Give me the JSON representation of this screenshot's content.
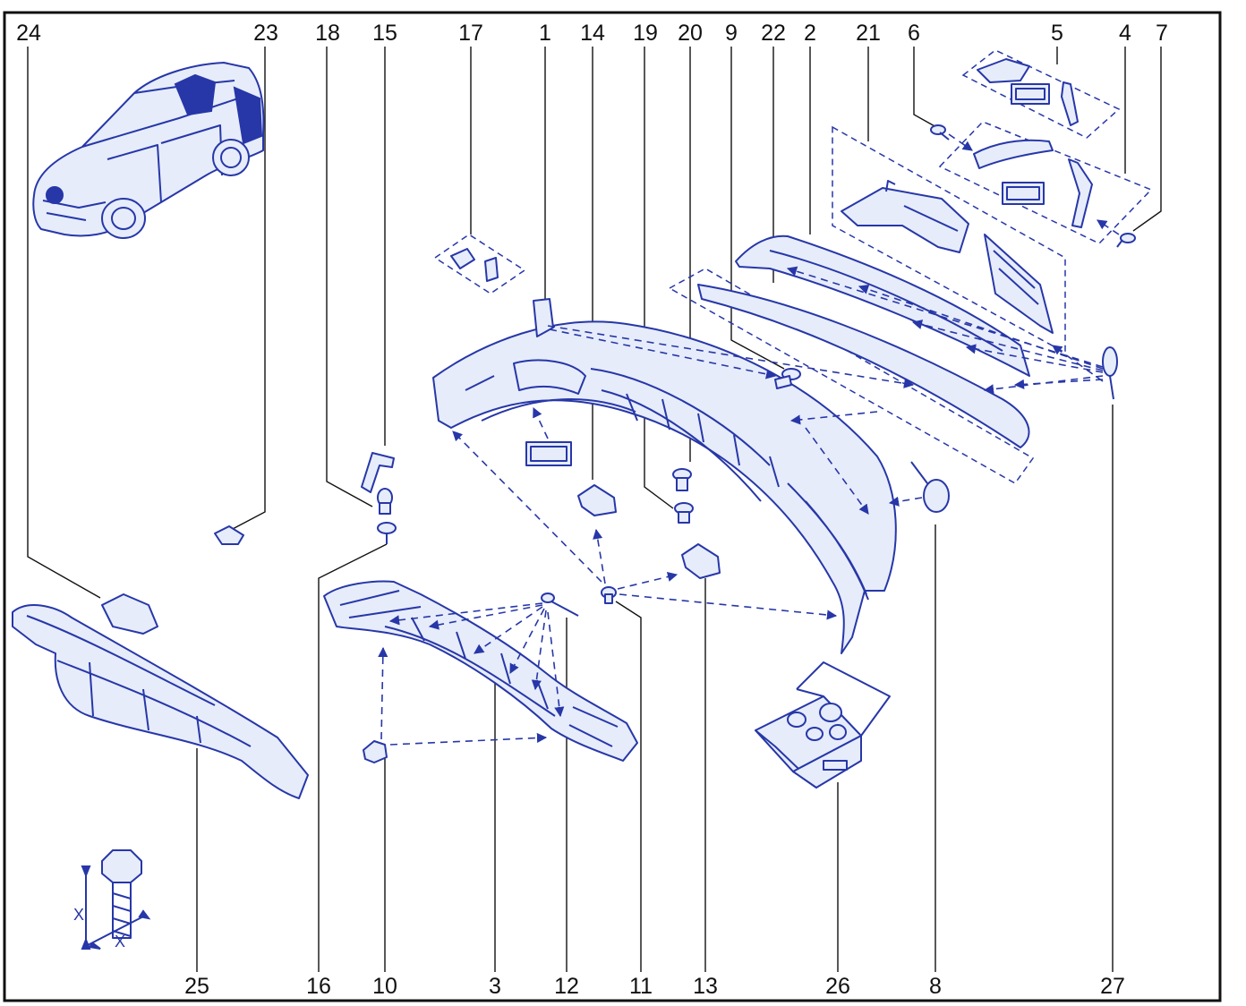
{
  "diagram": {
    "colors": {
      "line": "#2737a8",
      "fill": "#e6ecfa",
      "frame": "#111111",
      "text": "#111111"
    },
    "callouts_top": [
      "24",
      "23",
      "18",
      "15",
      "17",
      "1",
      "14",
      "19",
      "20",
      "9",
      "22",
      "2",
      "21",
      "6",
      "5",
      "4",
      "7"
    ],
    "callouts_bottom": [
      "25",
      "16",
      "10",
      "3",
      "12",
      "11",
      "13",
      "26",
      "8",
      "27"
    ],
    "fastener_dimension": {
      "label_a": "X",
      "label_b": "X"
    }
  }
}
